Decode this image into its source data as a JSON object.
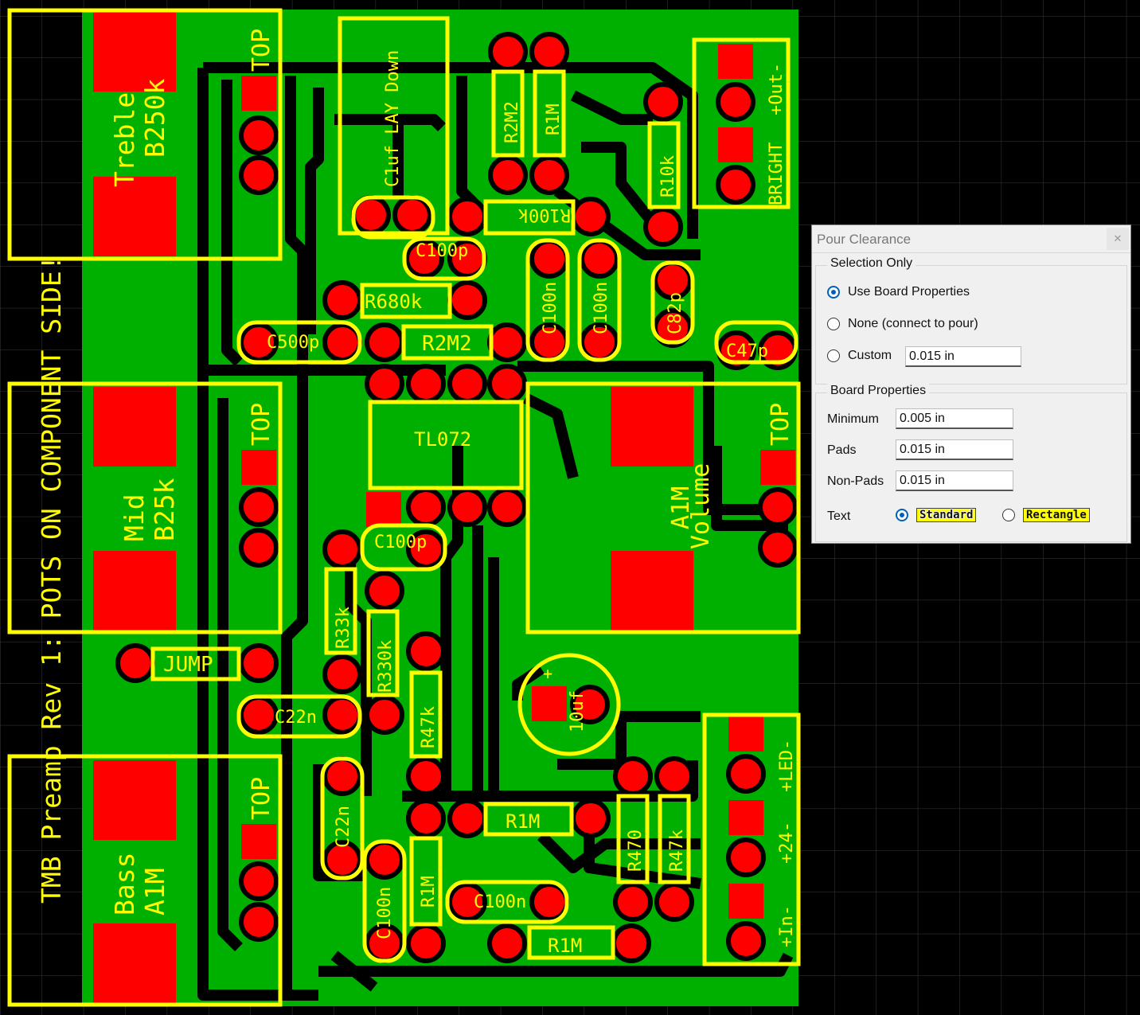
{
  "board": {
    "texts": {
      "side_note": "TMB Preamp Rev 1: POTS ON COMPONENT SIDE!",
      "treble": "Treble",
      "treble_val": "B250k",
      "mid": "Mid",
      "mid_val": "B25k",
      "bass": "Bass",
      "bass_val": "A1M",
      "top": "TOP",
      "volume": "Volume",
      "volume_val": "A1M",
      "lay_down": "C1uf LAY Down",
      "jump": "JUMP",
      "tl072": "TL072",
      "bright": "BRIGHT",
      "out": "+Out-",
      "led": "+LED-",
      "v24": "+24-",
      "in": "+In-",
      "c10uf": "10uf",
      "plus": "+",
      "r2m2_a": "R2M2",
      "r1m_a": "R1M",
      "r10k": "R10k",
      "r100k": "R100k",
      "c100p_a": "C100p",
      "r680k": "R680k",
      "c500p": "C500p",
      "r2m2_b": "R2M2",
      "c100n_a": "C100n",
      "c100n_b": "C100n",
      "c82p": "C82p",
      "c47p": "C47p",
      "c100p_b": "C100p",
      "r33k": "R33k",
      "r330k": "R330k",
      "r47k_a": "R47k",
      "c22n_a": "C22n",
      "c22n_b": "C22n",
      "c100n_c": "C100n",
      "r1m_b": "R1M",
      "r1m_c": "R1M",
      "c100n_d": "C100n",
      "r1m_d": "R1M",
      "r470": "R470",
      "r47k_b": "R47k"
    },
    "colors": {
      "background": "#000000",
      "grid": "#3a3a3a",
      "copper_pour": "#00b000",
      "pad": "#ff0000",
      "silkscreen": "#ffff00",
      "trace_gap": "#000000"
    }
  },
  "dialog": {
    "title": "Pour Clearance",
    "close_icon": "close-icon",
    "selection_group": "Selection Only",
    "opt_board": "Use Board Properties",
    "opt_none": "None (connect to pour)",
    "opt_custom": "Custom",
    "custom_value": "0.015 in",
    "selected_option": "Use Board Properties",
    "board_group": "Board Properties",
    "minimum_label": "Minimum",
    "minimum_value": "0.005 in",
    "pads_label": "Pads",
    "pads_value": "0.015 in",
    "nonpads_label": "Non-Pads",
    "nonpads_value": "0.015 in",
    "text_label": "Text",
    "text_standard": "Standard",
    "text_rectangle": "Rectangle",
    "text_selected": "Standard"
  }
}
